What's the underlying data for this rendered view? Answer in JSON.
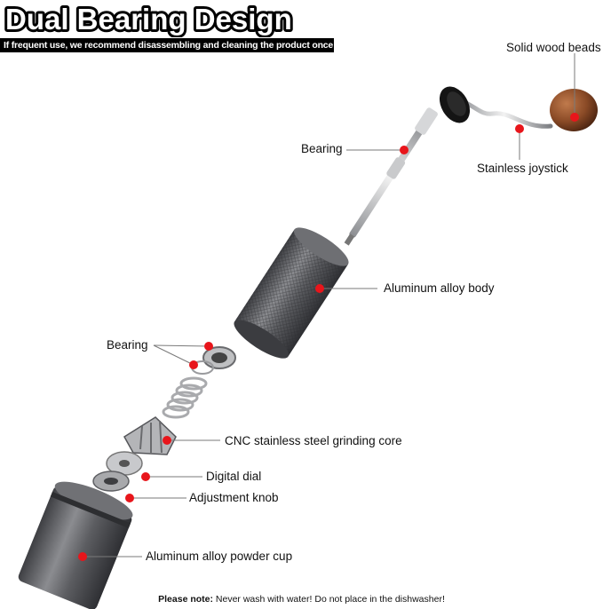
{
  "header": {
    "title": "Dual Bearing Design",
    "subtitle": "If frequent use, we recommend disassembling and cleaning the product once a week."
  },
  "labels": {
    "wood_beads": "Solid wood beads",
    "bearing_top": "Bearing",
    "joystick": "Stainless joystick",
    "body": "Aluminum alloy body",
    "bearing_bottom": "Bearing",
    "grinding_core": "CNC stainless steel grinding core",
    "digital_dial": "Digital dial",
    "adjustment_knob": "Adjustment knob",
    "powder_cup": "Aluminum alloy powder cup"
  },
  "note": {
    "prefix": "Please note:",
    "text": " Never wash with water! Do not place in the dishwasher!"
  },
  "colors": {
    "marker": "#e8151b",
    "metal_dark": "#5a5b5f",
    "wood": "#8a4a26"
  }
}
